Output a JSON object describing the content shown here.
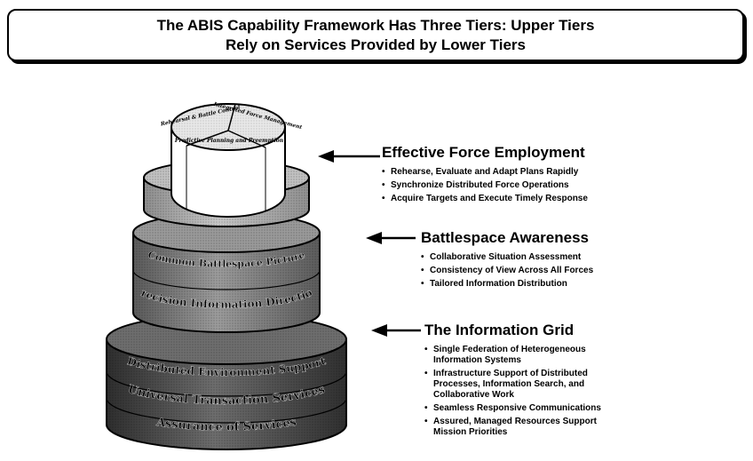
{
  "title": {
    "line1": "The ABIS Capability Framework Has Three Tiers: Upper Tiers",
    "line2": "Rely on Services Provided by Lower Tiers"
  },
  "cake": {
    "top_segments": [
      "Rehearsal & Battle Control",
      "Integrated Force Management",
      "Predictive Planning and Preemption"
    ],
    "middle_bands": [
      "Common Battlespace Picture",
      "Precision Information Direction"
    ],
    "bottom_bands": [
      "Distributed Environment Support",
      "Universal Transaction Services",
      "Assurance of Services"
    ]
  },
  "tiers": {
    "employment": {
      "heading": "Effective Force Employment",
      "bullets": [
        [
          "Rehearse, Evaluate and Adapt Plans Rapidly"
        ],
        [
          "Synchronize Distributed Force Operations"
        ],
        [
          "Acquire Targets and Execute Timely Response"
        ]
      ]
    },
    "awareness": {
      "heading": "Battlespace Awareness",
      "bullets": [
        [
          "Collaborative Situation Assessment"
        ],
        [
          "Consistency of View Across All Forces"
        ],
        [
          "Tailored Information Distribution"
        ]
      ]
    },
    "grid": {
      "heading": "The Information Grid",
      "bullets": [
        [
          "Single Federation of Heterogeneous",
          "Information Systems"
        ],
        [
          "Infrastructure Support of Distributed",
          "Processes, Information Search, and",
          "Collaborative Work"
        ],
        [
          "Seamless Responsive Communications"
        ],
        [
          "Assured, Managed Resources Support",
          "Mission Priorities"
        ]
      ]
    }
  },
  "colors": {
    "ink": "#000000",
    "bottom_tier": "#555555",
    "middle_tier": "#8a8a8a",
    "upper_tier": "#b5b5b5",
    "top_tier": "#e6e6e6"
  }
}
